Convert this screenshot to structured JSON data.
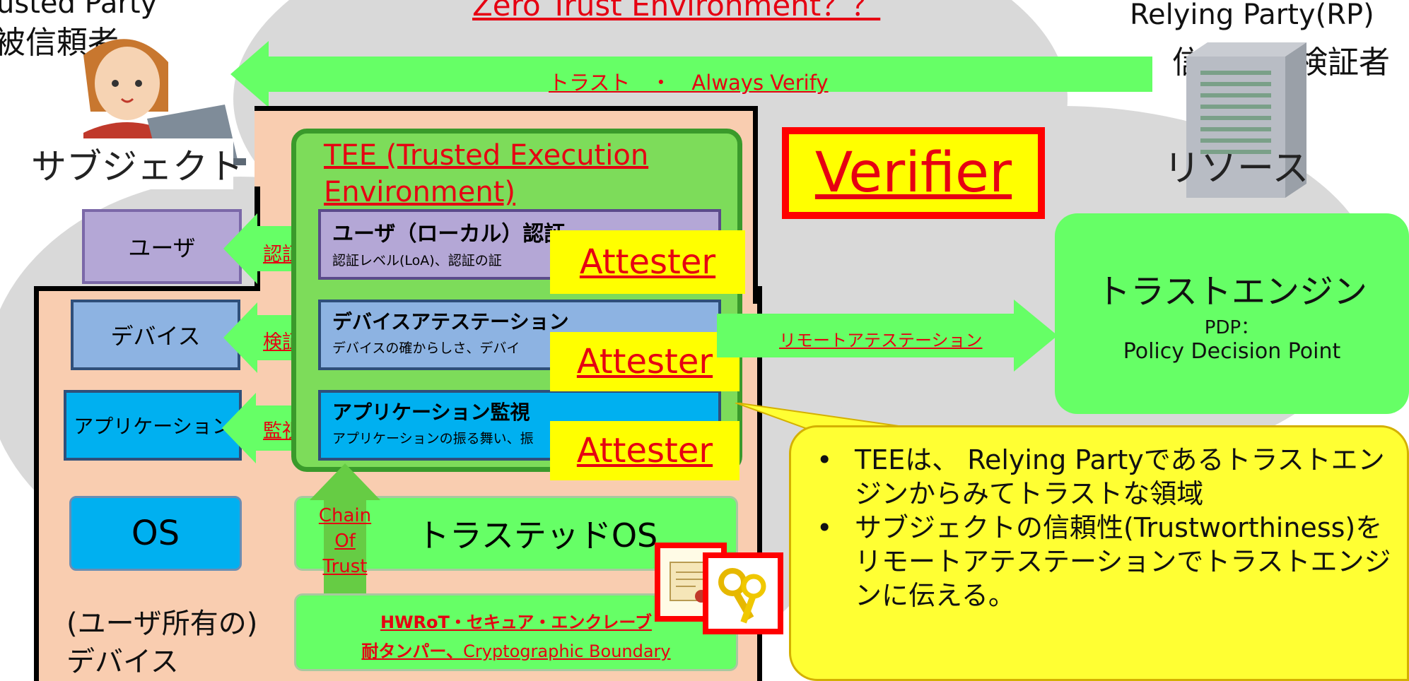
{
  "header": {
    "title": "Zero Trust Environment？？",
    "left_party_en": "Trusted Party",
    "left_party_ja": "被信頼者",
    "right_party_en": "Relying Party(RP)",
    "right_party_ja": "信頼者・検証者"
  },
  "top_arrow": {
    "label": "トラスト　・　Always Verify"
  },
  "subject": {
    "label": "サブジェクト"
  },
  "resource": {
    "label": "リソース"
  },
  "verifier": {
    "label": "Verifier"
  },
  "left_items": {
    "user": "ユーザ",
    "device": "デバイス",
    "application": "アプリケーション",
    "os": "OS",
    "owned_device": "(ユーザ所有の)\nデバイス"
  },
  "small_arrows": {
    "auth": "認証",
    "verify": "検証",
    "monitor": "監視"
  },
  "tee": {
    "title": "TEE (Trusted Execution Environment)",
    "user_auth_title": "ユーザ（ローカル）認証",
    "user_auth_desc": "認証レベル(LoA)、認証の証",
    "device_att_title": "デバイスアテステーション",
    "device_att_desc": "デバイスの確からしさ、デバイ",
    "app_mon_title": "アプリケーション監視",
    "app_mon_desc": "アプリケーションの振る舞い、振"
  },
  "attesters": [
    "Attester",
    "Attester",
    "Attester"
  ],
  "remote_attestation": {
    "label": "リモートアテステーション"
  },
  "trust_engine": {
    "title": "トラストエンジン",
    "sub1": "PDP：",
    "sub2": "Policy Decision Point"
  },
  "chain_of_trust": {
    "line1": "Chain",
    "line2": "Of",
    "line3": "Trust"
  },
  "trusted_os": {
    "label": "トラステッドOS"
  },
  "hwrot": {
    "line1": "HWRoT・セキュア・エンクレーブ",
    "line2_bold": "耐タンパー、",
    "line2_rest": "Cryptographic Boundary"
  },
  "callout": {
    "bullet1": "TEEは、 Relying Partyであるトラストエンジンからみてトラストな領域",
    "bullet2": "サブジェクトの信頼性(Trustworthiness)をリモートアテステーションでトラストエンジンに伝える。"
  },
  "colors": {
    "cloud": "#d9d9d9",
    "green_arrow": "#66ff66",
    "tee_green": "#7ddc5a",
    "accent_red": "#e60012",
    "verifier_yellow": "#ffff00",
    "callout_yellow": "#ffff33",
    "device_peach": "#f9cdb0",
    "user_purple": "#b4a7d6",
    "device_blue": "#8db3e2",
    "app_cyan": "#00b0f0"
  }
}
